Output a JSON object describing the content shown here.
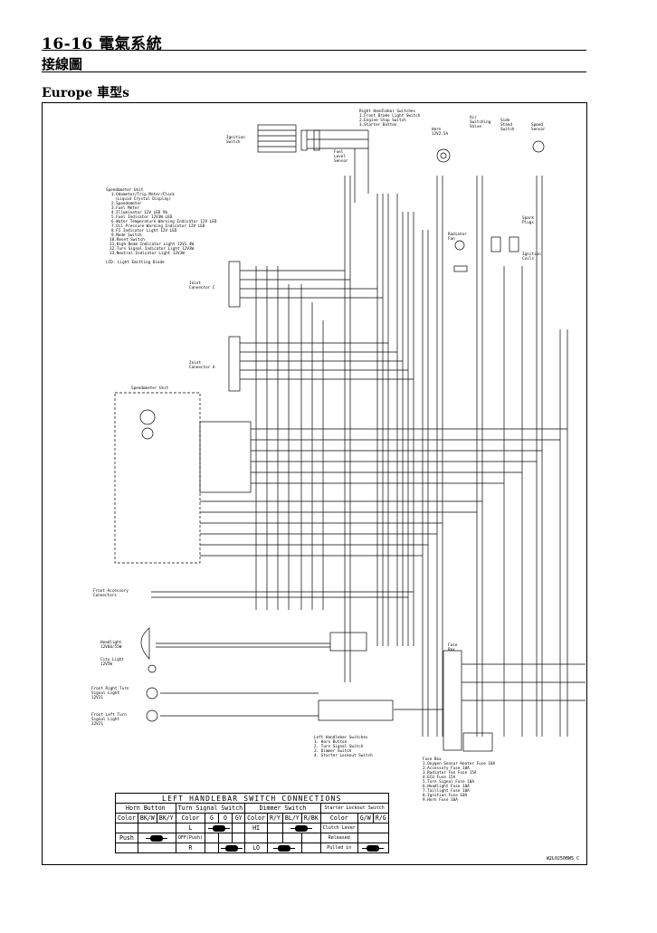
{
  "header": {
    "page_title": "16-16 電氣系統",
    "section_title": "接線圖",
    "subsection_title": "Europe 車型s"
  },
  "diagram": {
    "ignition_switch": "Ignition\nSwitch",
    "right_handlebar_title": "Right Handlebar Switches",
    "right_handlebar_items": [
      "1.Front Brake Light Switch",
      "2.Engine Stop Switch",
      "3.Starter Button"
    ],
    "horn": "Horn\n12V2.5A",
    "air_switching_valve": "Air\nSwitching\nValve",
    "side_stand_switch": "Side\nStand\nSwitch",
    "speed_sensor": "Speed\nSensor",
    "fuel_level_sensor": "Fuel\nLevel\nSensor",
    "speedometer_unit_title": "Speedometer Unit",
    "speedometer_items": [
      "1.Odometer/Trip Meter/Clock",
      "(Liquid Crystal Display)",
      "2.Speedometer",
      "3.Fuel Meter",
      "4.Illuminator 12V LED 9b",
      "5.Fuel Indicator 12V3W LED",
      "6.Water Temperature Warning Indicator 12V LED",
      "7.Oil Pressure Warning Indicator 12V LED",
      "8.FI Indicator Light 12V LED",
      "9.Mode Switch",
      "10.Reset Switch",
      "11.High Beam Indicator Light 12V1.4W",
      "12.Turn Signal Indicator Light 12V3W",
      "13.Neutral Indicator Light 12V3W"
    ],
    "lcd_note": "LCD: Light Emitting Diode",
    "radiator_fan": "Radiator\nFan",
    "spark_plugs": "Spark\nPlugs",
    "ignition_coils": "Ignition\nCoils",
    "joint_connector_c": "Joint\nConnector C",
    "joint_connector_a": "Joint\nConnector A",
    "speedometer_unit_label": "Speedometer Unit",
    "front_accessory_connectors": "Front Accessory\nConnectors",
    "headlight": "Headlight\n12V60/55W",
    "city_light": "City Light\n12V5W",
    "front_right_turn": "Front Right Turn\nSignal Light\n12V21",
    "front_left_turn": "Front Left Turn\nSignal Light\n12V21",
    "fuse_box_label": "Fuse\nBox",
    "left_handlebar_title": "Left Handlebar Switches",
    "left_handlebar_items": [
      "1. Horn Button",
      "2. Turn Signal Switch",
      "3. Dimmer Switch",
      "4. Starter Lockout Switch"
    ],
    "fuse_box_title": "Fuse Box",
    "fuse_box_items": [
      "1.Oxygen Sensor Heater Fuse 10A",
      "2.Accessory Fuse 10A",
      "3.Radiator Fan Fuse 15A",
      "4.ECU Fuse 15A",
      "5.Turn Signal Fuse 10A",
      "6.Headlight Fuse 10A",
      "7.Taillight Fuse 10A",
      "8.Ignition Fuse 10A",
      "9.Horn Fuse 10A"
    ],
    "reference": "W2L0250BW5 C"
  },
  "table": {
    "title": "LEFT HANDLEBAR SWITCH CONNECTIONS",
    "horn_button": "Horn Button",
    "turn_signal_switch": "Turn Signal Switch",
    "dimmer_switch": "Dimmer Switch",
    "starter_lockout_switch": "Starter Lockout Switch",
    "color": "Color",
    "horn_cols": [
      "BK/W",
      "BK/Y"
    ],
    "turn_cols": [
      "G",
      "O",
      "GY"
    ],
    "dimmer_cols": [
      "R/Y",
      "BL/Y",
      "R/BK"
    ],
    "starter_cols": [
      "G/W",
      "R/G"
    ],
    "turn_L": "L",
    "turn_off": "OFF(Push)",
    "turn_R": "R",
    "push": "Push",
    "dimmer_HI": "HI",
    "dimmer_LO": "LO",
    "clutch_lever": "Clutch Lever",
    "released": "Released",
    "pulled_in": "Pulled in"
  }
}
